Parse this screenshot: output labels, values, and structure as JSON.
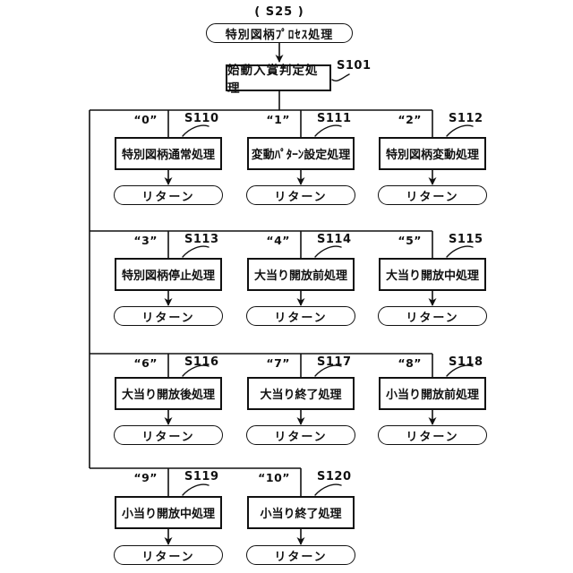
{
  "figure": {
    "step_ref": "( S25 )",
    "start_label": "特別図柄ﾌﾟﾛｾｽ処理",
    "init_step": {
      "step": "S101",
      "label": "始動入賞判定処理"
    },
    "return_label": "リターン",
    "branches": [
      {
        "case": "“0”",
        "step": "S110",
        "label": "特別図柄通常処理"
      },
      {
        "case": "“1”",
        "step": "S111",
        "label": "変動ﾊﾟﾀｰﾝ設定処理"
      },
      {
        "case": "“2”",
        "step": "S112",
        "label": "特別図柄変動処理"
      },
      {
        "case": "“3”",
        "step": "S113",
        "label": "特別図柄停止処理"
      },
      {
        "case": "“4”",
        "step": "S114",
        "label": "大当り開放前処理"
      },
      {
        "case": "“5”",
        "step": "S115",
        "label": "大当り開放中処理"
      },
      {
        "case": "“6”",
        "step": "S116",
        "label": "大当り開放後処理"
      },
      {
        "case": "“7”",
        "step": "S117",
        "label": "大当り終了処理"
      },
      {
        "case": "“8”",
        "step": "S118",
        "label": "小当り開放前処理"
      },
      {
        "case": "“9”",
        "step": "S119",
        "label": "小当り開放中処理"
      },
      {
        "case": "“10”",
        "step": "S120",
        "label": "小当り終了処理"
      }
    ]
  }
}
